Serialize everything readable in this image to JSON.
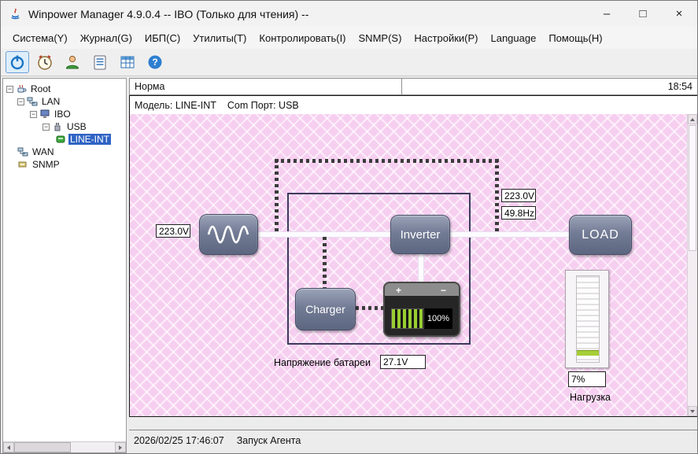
{
  "window": {
    "title": "Winpower Manager 4.9.0.4 -- IBO (Только для чтения) --",
    "minimize": "–",
    "maximize": "□",
    "close": "×"
  },
  "menu": {
    "items": [
      "Система(Y)",
      "Журнал(G)",
      "ИБП(C)",
      "Утилиты(T)",
      "Контролировать(I)",
      "SNMP(S)",
      "Настройки(P)",
      "Language",
      "Помощь(H)"
    ]
  },
  "toolbar": {
    "buttons": [
      "power-monitor",
      "schedule",
      "user",
      "event-log",
      "data-table",
      "help"
    ]
  },
  "tree": {
    "nodes": [
      {
        "label": "Root"
      },
      {
        "label": "LAN"
      },
      {
        "label": "IBO"
      },
      {
        "label": "USB"
      },
      {
        "label": "LINE-INT",
        "selected": true
      },
      {
        "label": "WAN"
      },
      {
        "label": "SNMP"
      }
    ]
  },
  "status": {
    "state": "Норма",
    "time": "18:54"
  },
  "model": {
    "model": "Модель: LINE-INT",
    "port": "Com Порт: USB"
  },
  "diagram": {
    "input_voltage": "223.0V",
    "output_voltage": "223.0V",
    "output_frequency": "49.8Hz",
    "inverter": "Inverter",
    "charger": "Charger",
    "load": "LOAD",
    "battery_plus": "+",
    "battery_minus": "−",
    "battery_charge": "100%",
    "battery_voltage_label": "Напряжение батареи",
    "battery_voltage": "27.1V",
    "load_percent": "7%",
    "load_gauge_label": "Нагрузка"
  },
  "footer": {
    "timestamp": "2026/02/25 17:46:07",
    "message": "Запуск Агента"
  },
  "colors": {
    "accent_blue": "#1b74c5",
    "selection_blue": "#2f63c4",
    "diagram_pink": "#f6cff0",
    "battery_green": "#9acd32",
    "gauge_green": "#a6ce39"
  }
}
